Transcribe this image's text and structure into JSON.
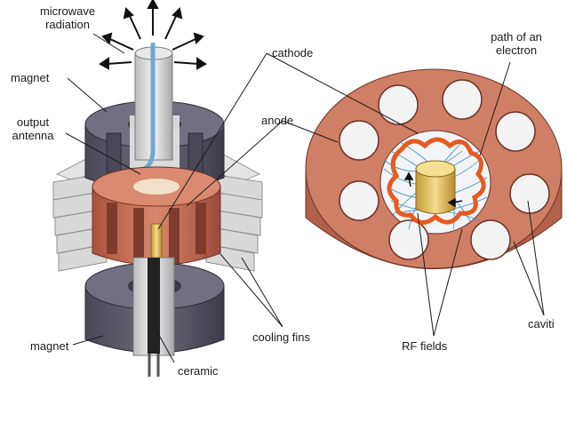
{
  "labels": {
    "microwave_line1": "microwave",
    "microwave_line2": "radiation",
    "magnet_top": "magnet",
    "output_line1": "output",
    "output_line2": "antenna",
    "cathode": "cathode",
    "anode": "anode",
    "path_line1": "path of an",
    "path_line2": "electron",
    "magnet_bottom": "magnet",
    "ceramic": "ceramic",
    "cooling_fins": "cooling fins",
    "rf_fields": "RF fields",
    "cavities": "caviti"
  },
  "colors": {
    "magnet": "#5d5a6a",
    "magnet_dark": "#3f3c4b",
    "copper": "#c8725a",
    "copper_dark": "#8e4636",
    "fins": "#d6d6d6",
    "cathode": "#e4c25a",
    "electron_path": "#e65a1f",
    "field_lines": "#3a8ec2",
    "antenna": "#8ec0dd"
  }
}
